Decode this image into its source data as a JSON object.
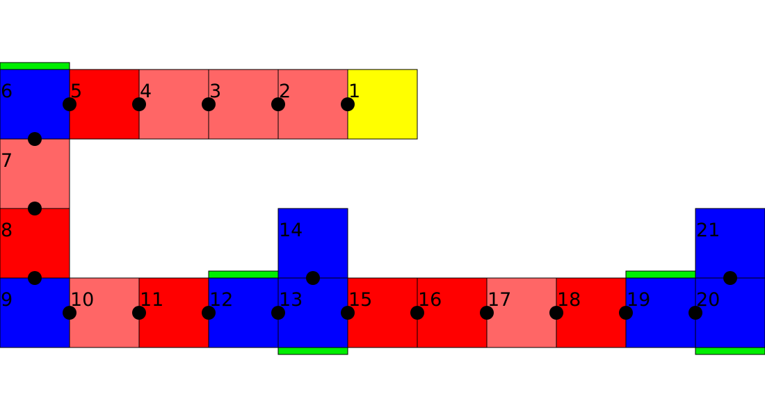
{
  "colors": {
    "yellow": "#ffff00",
    "red": "#ff0000",
    "light_red": "#ff6666",
    "blue": "#0000ff",
    "green": "#00ee00",
    "border": "#000000",
    "node": "#000000"
  },
  "cells": [
    {
      "label": "1",
      "color": "yellow",
      "col": 5,
      "row": 0
    },
    {
      "label": "2",
      "color": "light_red",
      "col": 4,
      "row": 0
    },
    {
      "label": "3",
      "color": "light_red",
      "col": 3,
      "row": 0
    },
    {
      "label": "4",
      "color": "light_red",
      "col": 2,
      "row": 0
    },
    {
      "label": "5",
      "color": "red",
      "col": 1,
      "row": 0
    },
    {
      "label": "6",
      "color": "blue",
      "col": 0,
      "row": 0
    },
    {
      "label": "7",
      "color": "light_red",
      "col": 0,
      "row": 1
    },
    {
      "label": "8",
      "color": "red",
      "col": 0,
      "row": 2
    },
    {
      "label": "9",
      "color": "blue",
      "col": 0,
      "row": 3
    },
    {
      "label": "10",
      "color": "light_red",
      "col": 1,
      "row": 3
    },
    {
      "label": "11",
      "color": "red",
      "col": 2,
      "row": 3
    },
    {
      "label": "12",
      "color": "blue",
      "col": 3,
      "row": 3
    },
    {
      "label": "13",
      "color": "blue",
      "col": 4,
      "row": 3
    },
    {
      "label": "14",
      "color": "blue",
      "col": 4,
      "row": 2
    },
    {
      "label": "15",
      "color": "red",
      "col": 5,
      "row": 3
    },
    {
      "label": "16",
      "color": "red",
      "col": 6,
      "row": 3
    },
    {
      "label": "17",
      "color": "light_red",
      "col": 7,
      "row": 3
    },
    {
      "label": "18",
      "color": "red",
      "col": 8,
      "row": 3
    },
    {
      "label": "19",
      "color": "blue",
      "col": 9,
      "row": 3
    },
    {
      "label": "20",
      "color": "blue",
      "col": 10,
      "row": 3
    },
    {
      "label": "21",
      "color": "blue",
      "col": 10,
      "row": 2
    }
  ],
  "green_edges": [
    {
      "col": 0,
      "row": 0,
      "side": "top"
    },
    {
      "col": 3,
      "row": 3,
      "side": "top"
    },
    {
      "col": 4,
      "row": 3,
      "side": "bottom"
    },
    {
      "col": 9,
      "row": 3,
      "side": "top"
    },
    {
      "col": 10,
      "row": 3,
      "side": "bottom"
    }
  ],
  "nodes": [
    {
      "col": 5,
      "row": 0.5
    },
    {
      "col": 4,
      "row": 0.5
    },
    {
      "col": 3,
      "row": 0.5
    },
    {
      "col": 2,
      "row": 0.5
    },
    {
      "col": 1,
      "row": 0.5
    },
    {
      "col": 0.5,
      "row": 1
    },
    {
      "col": 0.5,
      "row": 2
    },
    {
      "col": 0.5,
      "row": 3
    },
    {
      "col": 1,
      "row": 3.5
    },
    {
      "col": 2,
      "row": 3.5
    },
    {
      "col": 3,
      "row": 3.5
    },
    {
      "col": 4,
      "row": 3.5
    },
    {
      "col": 4.5,
      "row": 3
    },
    {
      "col": 5,
      "row": 3.5
    },
    {
      "col": 6,
      "row": 3.5
    },
    {
      "col": 7,
      "row": 3.5
    },
    {
      "col": 8,
      "row": 3.5
    },
    {
      "col": 9,
      "row": 3.5
    },
    {
      "col": 10,
      "row": 3.5
    },
    {
      "col": 10.5,
      "row": 3
    }
  ]
}
